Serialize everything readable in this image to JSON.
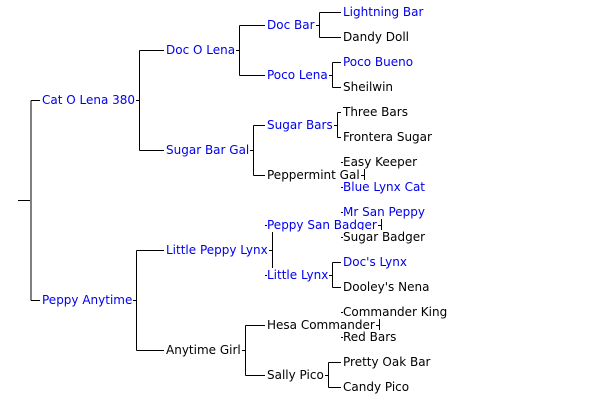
{
  "colors": {
    "link": "#0000ee",
    "text": "#000000",
    "line": "#000000",
    "background": "#ffffff"
  },
  "pedigree": {
    "subject": "",
    "sire": {
      "name": "Cat O Lena 380",
      "linked": true,
      "sire": {
        "name": "Doc O Lena",
        "linked": true,
        "sire": {
          "name": "Doc Bar",
          "linked": true,
          "sire": {
            "name": "Lightning Bar",
            "linked": true
          },
          "dam": {
            "name": "Dandy Doll",
            "linked": false
          }
        },
        "dam": {
          "name": "Poco Lena",
          "linked": true,
          "sire": {
            "name": "Poco Bueno",
            "linked": true
          },
          "dam": {
            "name": "Sheilwin",
            "linked": false
          }
        }
      },
      "dam": {
        "name": "Sugar Bar Gal",
        "linked": true,
        "sire": {
          "name": "Sugar Bars",
          "linked": true,
          "sire": {
            "name": "Three Bars",
            "linked": false
          },
          "dam": {
            "name": "Frontera Sugar",
            "linked": false
          }
        },
        "dam": {
          "name": "Peppermint Gal",
          "linked": false,
          "sire": {
            "name": "Easy Keeper",
            "linked": false
          },
          "dam": {
            "name": "Blue Lynx Cat",
            "linked": true
          }
        }
      }
    },
    "dam": {
      "name": "Peppy Anytime",
      "linked": true,
      "sire": {
        "name": "Little Peppy Lynx",
        "linked": true,
        "sire": {
          "name": "Peppy San Badger",
          "linked": true,
          "sire": {
            "name": "Mr San Peppy",
            "linked": true
          },
          "dam": {
            "name": "Sugar Badger",
            "linked": false
          }
        },
        "dam": {
          "name": "Little Lynx",
          "linked": true,
          "sire": {
            "name": "Doc's Lynx",
            "linked": true
          },
          "dam": {
            "name": "Dooley's Nena",
            "linked": false
          }
        }
      },
      "dam": {
        "name": "Anytime Girl",
        "linked": false,
        "sire": {
          "name": "Hesa Commander",
          "linked": false,
          "sire": {
            "name": "Commander King",
            "linked": false
          },
          "dam": {
            "name": "Red Bars",
            "linked": false
          }
        },
        "dam": {
          "name": "Sally Pico",
          "linked": false,
          "sire": {
            "name": "Pretty Oak Bar",
            "linked": false
          },
          "dam": {
            "name": "Candy Pico",
            "linked": false
          }
        }
      }
    }
  }
}
